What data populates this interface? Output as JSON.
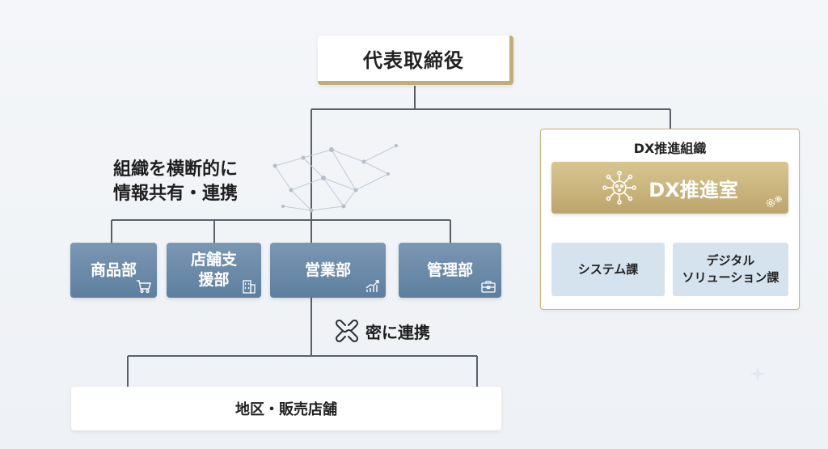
{
  "ceo": {
    "label": "代表取締役"
  },
  "caption": {
    "line1": "組織を横断的に",
    "line2": "情報共有・連携"
  },
  "departments": [
    {
      "label": "商品部",
      "icon": "cart-icon"
    },
    {
      "label": "店舗支\n援部",
      "icon": "building-icon"
    },
    {
      "label": "営業部",
      "icon": "growth-chart-icon"
    },
    {
      "label": "管理部",
      "icon": "briefcase-icon"
    }
  ],
  "dx": {
    "frame_title": "DX推進組織",
    "office_label": "DX推進室",
    "office_icon": "network-hub-icon",
    "office_badge_icon": "gears-icon",
    "sections": [
      {
        "label": "システム課"
      },
      {
        "label": "デジタル\nソリューション課"
      }
    ]
  },
  "collaboration": {
    "label": "密に連携",
    "icon": "link-icon"
  },
  "regional": {
    "label": "地区・販売店舗"
  },
  "colors": {
    "dept_blue": "#6a8aa9",
    "gold": "#c2ad78",
    "section_blue": "#d5e3ef",
    "line": "#5a6068"
  }
}
